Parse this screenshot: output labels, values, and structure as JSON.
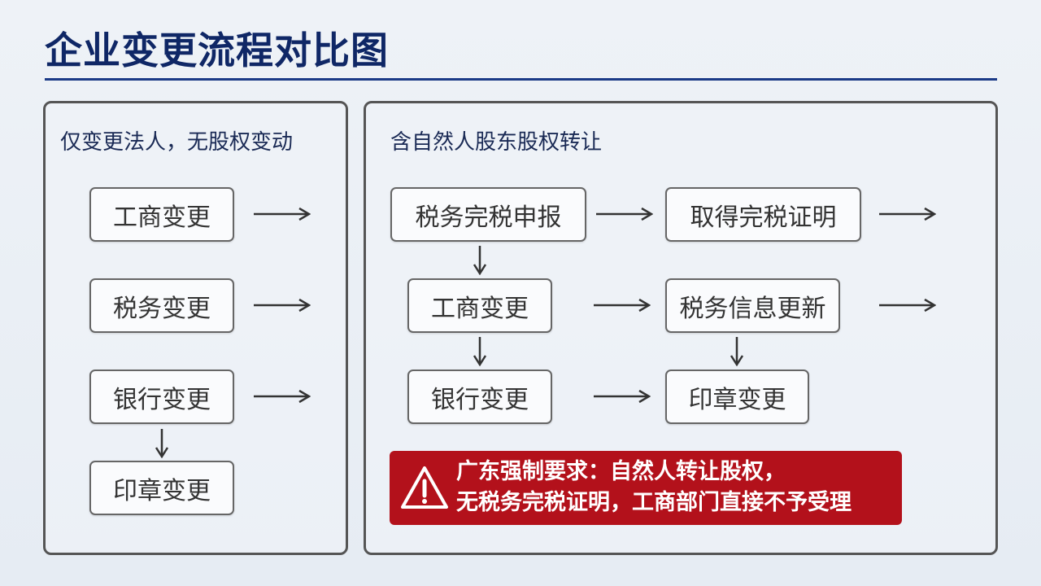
{
  "title": "企业变更流程对比图",
  "left": {
    "heading": "仅变更法人，无股权变动",
    "steps": [
      "工商变更",
      "税务变更",
      "银行变更",
      "印章变更"
    ]
  },
  "right": {
    "heading": "含自然人股东股权转让",
    "steps": {
      "tax_filing": "税务完税申报",
      "tax_cert": "取得完税证明",
      "business": "工商变更",
      "tax_info": "税务信息更新",
      "bank": "银行变更",
      "seal": "印章变更"
    }
  },
  "warning": {
    "line1": "广东强制要求：自然人转让股权，",
    "line2": "无税务完税证明，工商部门直接不予受理",
    "icon": "warning-triangle-icon",
    "color": "#b3111b"
  }
}
